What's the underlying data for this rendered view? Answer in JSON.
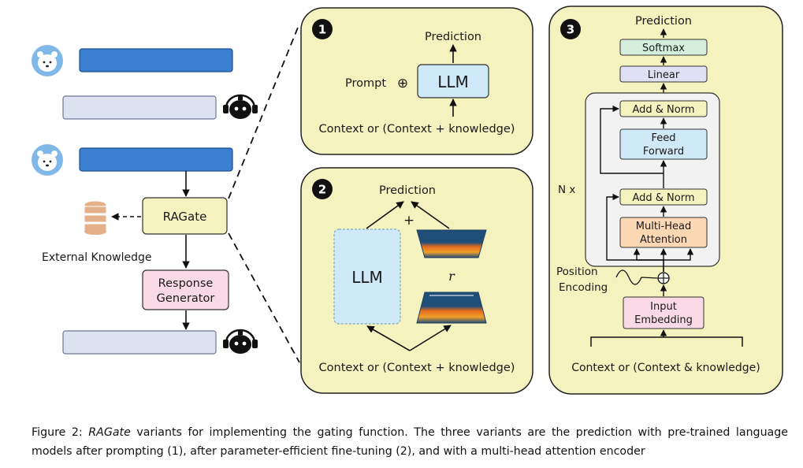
{
  "conversation": {
    "ragate_label": "RAGate",
    "external_knowledge_label": "External Knowledge",
    "response_generator_line1": "Response",
    "response_generator_line2": "Generator"
  },
  "panel1": {
    "number": "1",
    "prediction": "Prediction",
    "prompt": "Prompt",
    "plus_symbol": "⊕",
    "llm": "LLM",
    "context": "Context or (Context + knowledge)"
  },
  "panel2": {
    "number": "2",
    "prediction": "Prediction",
    "plus_sign": "+",
    "r_label": "r",
    "llm": "LLM",
    "context": "Context or (Context + knowledge)"
  },
  "panel3": {
    "number": "3",
    "prediction": "Prediction",
    "softmax": "Softmax",
    "linear": "Linear",
    "add_norm_top": "Add & Norm",
    "feed_forward_line1": "Feed",
    "feed_forward_line2": "Forward",
    "nx": "N x",
    "add_norm_bottom": "Add & Norm",
    "mha_line1": "Multi-Head",
    "mha_line2": "Attention",
    "position_line1": "Position",
    "position_line2": "Encoding",
    "input_line1": "Input",
    "input_line2": "Embedding",
    "context": "Context or (Context & knowledge)"
  },
  "caption": {
    "prefix": "Figure 2: ",
    "emph": "RAGate",
    "text": " variants for implementing the gating function. The three variants are the prediction with pre-trained language models after prompting (1), after parameter-efficient fine-tuning (2), and with a multi-head attention encoder"
  },
  "colors": {
    "panel_fill": "#f4f2be",
    "user_bar": "#3a7fd0",
    "bot_bar": "#dde2f1",
    "llm_fill": "#cfe9f8",
    "pink": "#f9d9e6",
    "orange": "#fbd8b3",
    "green": "#d6efdc",
    "lavender": "#dfe0f3"
  }
}
